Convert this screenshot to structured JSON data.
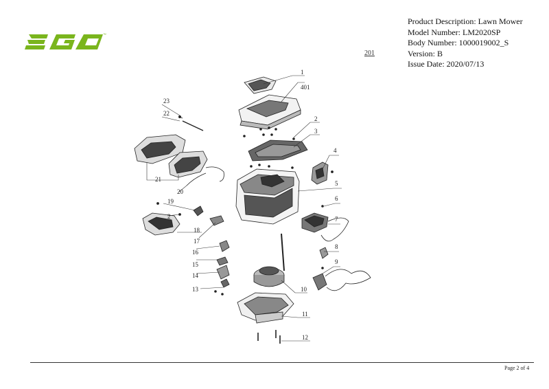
{
  "header": {
    "brand": "EGO",
    "brand_mark": "™",
    "brand_color": "#7ab51d",
    "product_description": "Product Description: Lawn Mower",
    "model_number": "Model Number: LM2020SP",
    "body_number": "Body Number: 1000019002_S",
    "version": "Version: B",
    "issue_date": "Issue Date: 2020/07/13",
    "ref_label": "201"
  },
  "callouts": {
    "c1": "1",
    "c401": "401",
    "c2a": "2",
    "c3": "3",
    "c4": "4",
    "c5": "5",
    "c6": "6",
    "c7": "7",
    "c8": "8",
    "c9": "9",
    "c10": "10",
    "c11": "11",
    "c12": "12",
    "c13": "13",
    "c14": "14",
    "c15": "15",
    "c16": "16",
    "c17": "17",
    "c18": "18",
    "c19": "19",
    "c2b": "2",
    "c20": "20",
    "c21": "21",
    "c22": "22",
    "c23": "23"
  },
  "footer": {
    "page": "Page 2 of 4"
  }
}
